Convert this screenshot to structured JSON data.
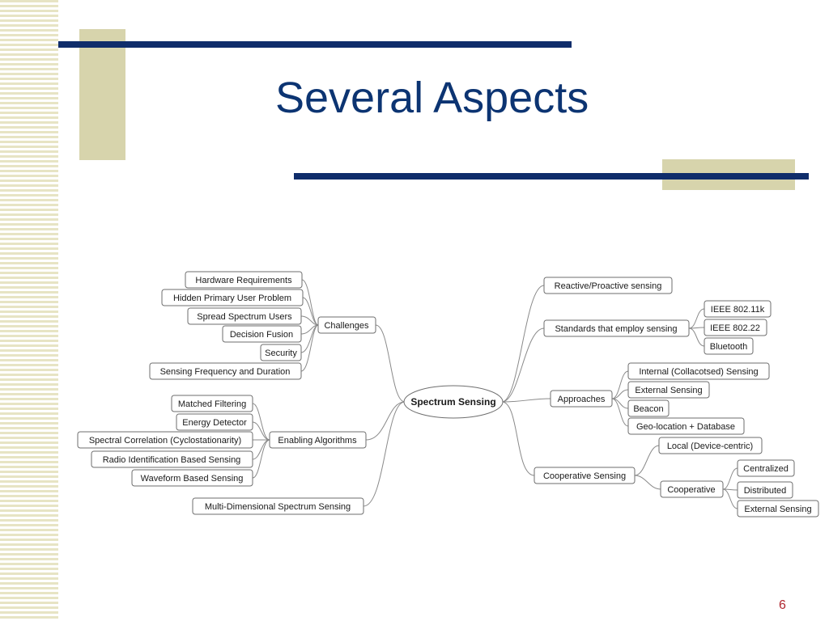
{
  "slide": {
    "title": "Several Aspects",
    "page_number": "6"
  },
  "colors": {
    "title": "#0c3472",
    "deco_bar": "#0f2d6b",
    "deco_block": "#d7d4ac",
    "page_number": "#b0262f"
  },
  "mindmap": {
    "center": "Spectrum Sensing",
    "left": [
      {
        "label": "Challenges",
        "children": [
          "Hardware Requirements",
          "Hidden Primary User Problem",
          "Spread Spectrum Users",
          "Decision Fusion",
          "Security",
          "Sensing Frequency and Duration"
        ]
      },
      {
        "label": "Enabling Algorithms",
        "children": [
          "Matched Filtering",
          "Energy Detector",
          "Spectral Correlation (Cyclostationarity)",
          "Radio Identification Based Sensing",
          "Waveform Based Sensing"
        ]
      },
      {
        "label": "Multi-Dimensional Spectrum Sensing",
        "children": []
      }
    ],
    "right": [
      {
        "label": "Reactive/Proactive sensing",
        "children": []
      },
      {
        "label": "Standards that employ sensing",
        "children": [
          "IEEE 802.11k",
          "IEEE 802.22",
          "Bluetooth"
        ]
      },
      {
        "label": "Approaches",
        "children": [
          "Internal (Collacotsed) Sensing",
          "External Sensing",
          "Beacon",
          "Geo-location + Database"
        ]
      },
      {
        "label": "Cooperative Sensing",
        "children": [
          {
            "label": "Local (Device-centric)",
            "children": []
          },
          {
            "label": "Cooperative",
            "children": [
              "Centralized",
              "Distributed",
              "External Sensing"
            ]
          }
        ]
      }
    ]
  }
}
